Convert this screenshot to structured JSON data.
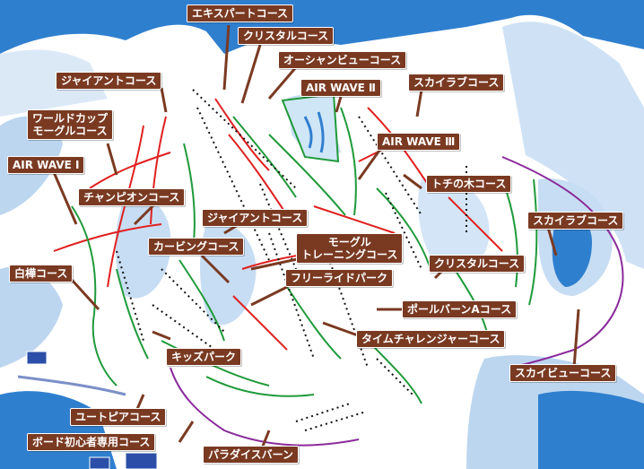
{
  "map": {
    "labels": {
      "expert": "エキスパートコース",
      "crystal_top": "クリスタルコース",
      "ocean_view": "オーシャンビューコース",
      "giant_top": "ジャイアントコース",
      "air_wave_2": "AIR WAVE Ⅱ",
      "skylove_top": "スカイラブコース",
      "world_cup_mogul": "ワールドカップ\nモーグルコース",
      "air_wave_3": "AIR WAVE Ⅲ",
      "air_wave_1": "AIR WAVE Ⅰ",
      "tochinoki": "トチの木コース",
      "champion": "チャンピオンコース",
      "giant_mid": "ジャイアントコース",
      "skylove_right": "スカイラブコース",
      "mogul_training": "モーグル\nトレーニングコース",
      "carving": "カービングコース",
      "crystal_mid": "クリスタルコース",
      "shirakaba": "白樺コース",
      "free_ride_park": "フリーライドパーク",
      "pole_burn_a": "ポールバーンAコース",
      "time_challenger": "タイムチャレンジャーコース",
      "kids_park": "キッズパーク",
      "sky_view": "スカイビューコース",
      "utopia": "ユートピアコース",
      "board_beginner": "ボード初心者専用コース",
      "paradise_burn": "パラダイスバーン"
    },
    "colors": {
      "sky": "#2f7fcf",
      "snow": "#ffffff",
      "shade": "#bcd6f0",
      "label_bg": "#7a3a22",
      "run_easy": "#1f9a3a",
      "run_hard": "#e02020",
      "run_special": "#8a2a9a",
      "lift": "#111111"
    }
  }
}
